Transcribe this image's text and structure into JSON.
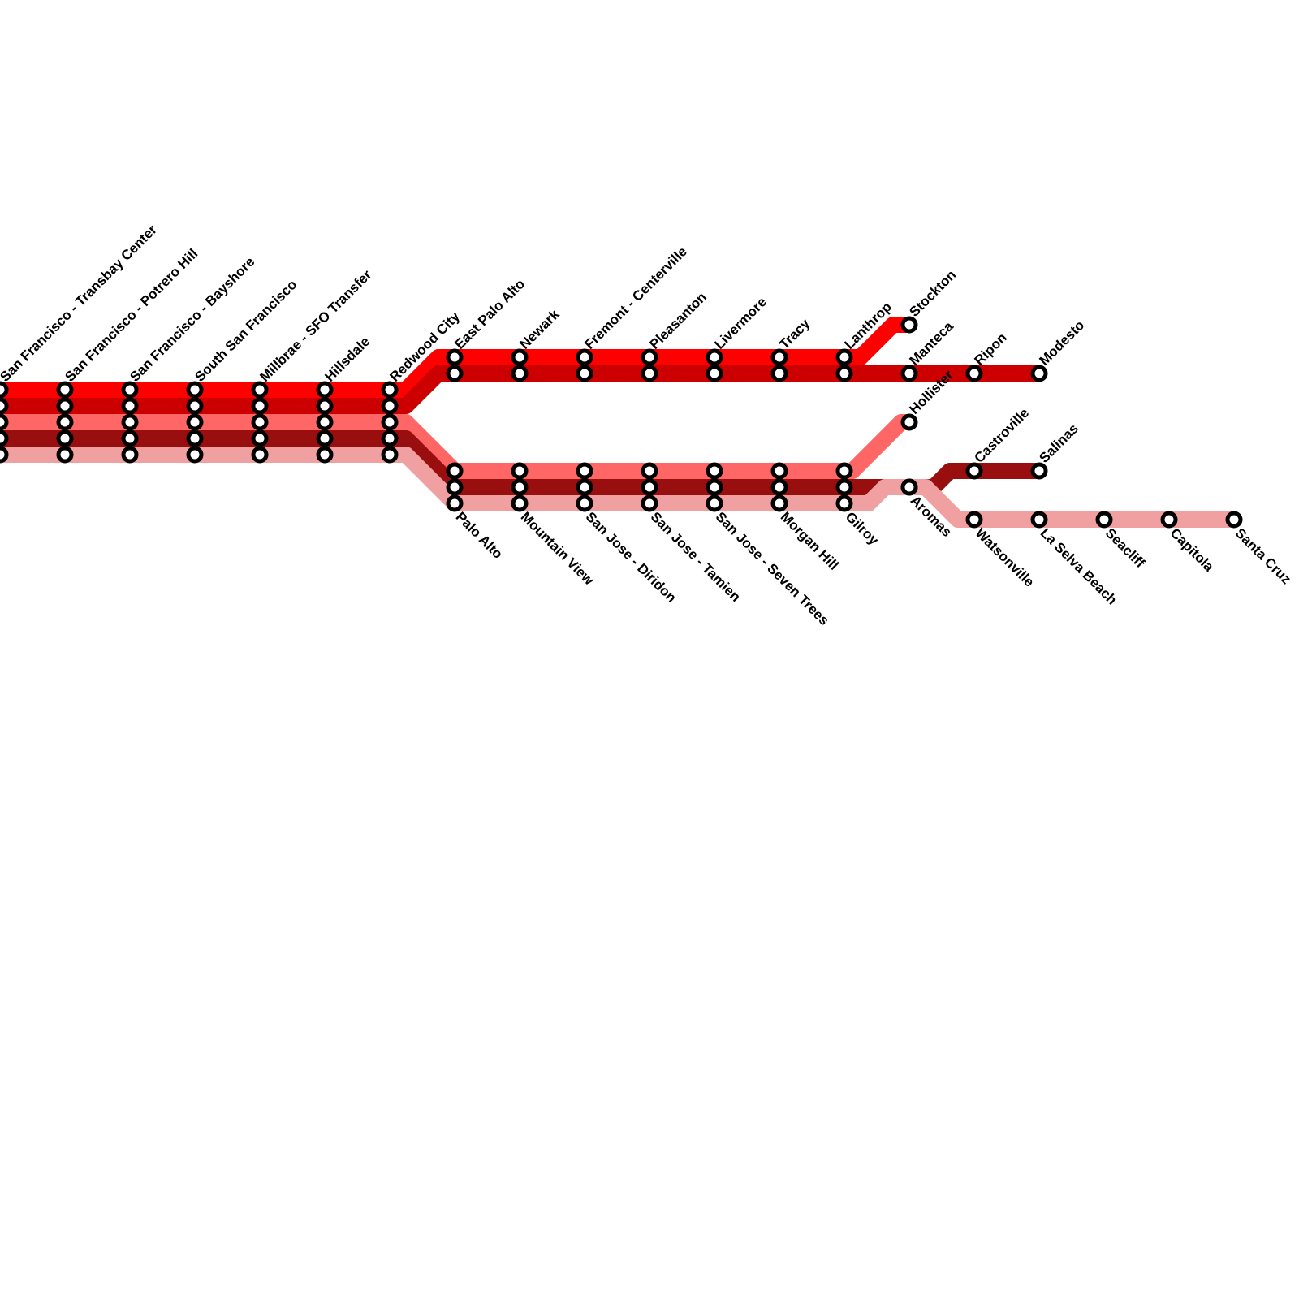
{
  "lines": [
    {
      "id": "line-1",
      "color": "#ff0000",
      "stops": [
        "sf-transbay",
        "sf-potrero",
        "sf-bayshore",
        "ssf",
        "millbrae",
        "hillsdale",
        "redwood",
        "epa",
        "newark",
        "fremont",
        "pleasanton",
        "livermore",
        "tracy",
        "lathrop",
        "stockton"
      ]
    },
    {
      "id": "line-2",
      "color": "#cc0000",
      "stops": [
        "sf-transbay",
        "sf-potrero",
        "sf-bayshore",
        "ssf",
        "millbrae",
        "hillsdale",
        "redwood",
        "epa",
        "newark",
        "fremont",
        "pleasanton",
        "livermore",
        "tracy",
        "lathrop",
        "manteca",
        "ripon",
        "modesto"
      ]
    },
    {
      "id": "line-3",
      "color": "#ff6666",
      "stops": [
        "sf-transbay",
        "sf-potrero",
        "sf-bayshore",
        "ssf",
        "millbrae",
        "hillsdale",
        "redwood",
        "palo-alto",
        "mountain-view",
        "diridon",
        "tamien",
        "seven-trees",
        "morgan-hill",
        "gilroy",
        "hollister"
      ]
    },
    {
      "id": "line-4",
      "color": "#990e0e",
      "stops": [
        "sf-transbay",
        "sf-potrero",
        "sf-bayshore",
        "ssf",
        "millbrae",
        "hillsdale",
        "redwood",
        "palo-alto",
        "mountain-view",
        "diridon",
        "tamien",
        "seven-trees",
        "morgan-hill",
        "gilroy",
        "aromas",
        "castroville",
        "salinas"
      ]
    },
    {
      "id": "line-5",
      "color": "#f0a0a0",
      "stops": [
        "sf-transbay",
        "sf-potrero",
        "sf-bayshore",
        "ssf",
        "millbrae",
        "hillsdale",
        "redwood",
        "palo-alto",
        "mountain-view",
        "diridon",
        "tamien",
        "seven-trees",
        "morgan-hill",
        "gilroy",
        "aromas",
        "watsonville",
        "la-selva",
        "seacliff",
        "capitola",
        "santa-cruz"
      ]
    }
  ],
  "stations": [
    {
      "id": "sf-transbay",
      "name": "San Francisco - Transbay Center",
      "label_side": "above"
    },
    {
      "id": "sf-potrero",
      "name": "San Francisco - Potrero Hill",
      "label_side": "above"
    },
    {
      "id": "sf-bayshore",
      "name": "San Francisco - Bayshore",
      "label_side": "above"
    },
    {
      "id": "ssf",
      "name": "South San Francisco",
      "label_side": "above"
    },
    {
      "id": "millbrae",
      "name": "Millbrae - SFO Transfer",
      "label_side": "above"
    },
    {
      "id": "hillsdale",
      "name": "Hillsdale",
      "label_side": "above"
    },
    {
      "id": "redwood",
      "name": "Redwood City",
      "label_side": "above"
    },
    {
      "id": "epa",
      "name": "East Palo Alto",
      "label_side": "above"
    },
    {
      "id": "newark",
      "name": "Newark",
      "label_side": "above"
    },
    {
      "id": "fremont",
      "name": "Fremont - Centerville",
      "label_side": "above"
    },
    {
      "id": "pleasanton",
      "name": "Pleasanton",
      "label_side": "above"
    },
    {
      "id": "livermore",
      "name": "Livermore",
      "label_side": "above"
    },
    {
      "id": "tracy",
      "name": "Tracy",
      "label_side": "above"
    },
    {
      "id": "lathrop",
      "name": "Lanthrop",
      "label_side": "above"
    },
    {
      "id": "stockton",
      "name": "Stockton",
      "label_side": "above"
    },
    {
      "id": "manteca",
      "name": "Manteca",
      "label_side": "above"
    },
    {
      "id": "ripon",
      "name": "Ripon",
      "label_side": "above"
    },
    {
      "id": "modesto",
      "name": "Modesto",
      "label_side": "above"
    },
    {
      "id": "hollister",
      "name": "Hollister",
      "label_side": "above"
    },
    {
      "id": "castroville",
      "name": "Castroville",
      "label_side": "above"
    },
    {
      "id": "salinas",
      "name": "Salinas",
      "label_side": "above"
    },
    {
      "id": "palo-alto",
      "name": "Palo Alto",
      "label_side": "below"
    },
    {
      "id": "mountain-view",
      "name": "Mountain View",
      "label_side": "below"
    },
    {
      "id": "diridon",
      "name": "San Jose - Diridon",
      "label_side": "below"
    },
    {
      "id": "tamien",
      "name": "San Jose - Tamien",
      "label_side": "below"
    },
    {
      "id": "seven-trees",
      "name": "San Jose - Seven Trees",
      "label_side": "below"
    },
    {
      "id": "morgan-hill",
      "name": "Morgan Hill",
      "label_side": "below"
    },
    {
      "id": "gilroy",
      "name": "Gilroy",
      "label_side": "below"
    },
    {
      "id": "aromas",
      "name": "Aromas",
      "label_side": "below"
    },
    {
      "id": "watsonville",
      "name": "Watsonville",
      "label_side": "below"
    },
    {
      "id": "la-selva",
      "name": "La Selva Beach",
      "label_side": "below"
    },
    {
      "id": "seacliff",
      "name": "Seacliff",
      "label_side": "below"
    },
    {
      "id": "capitola",
      "name": "Capitola",
      "label_side": "below"
    },
    {
      "id": "santa-cruz",
      "name": "Santa Cruz",
      "label_side": "below"
    }
  ]
}
